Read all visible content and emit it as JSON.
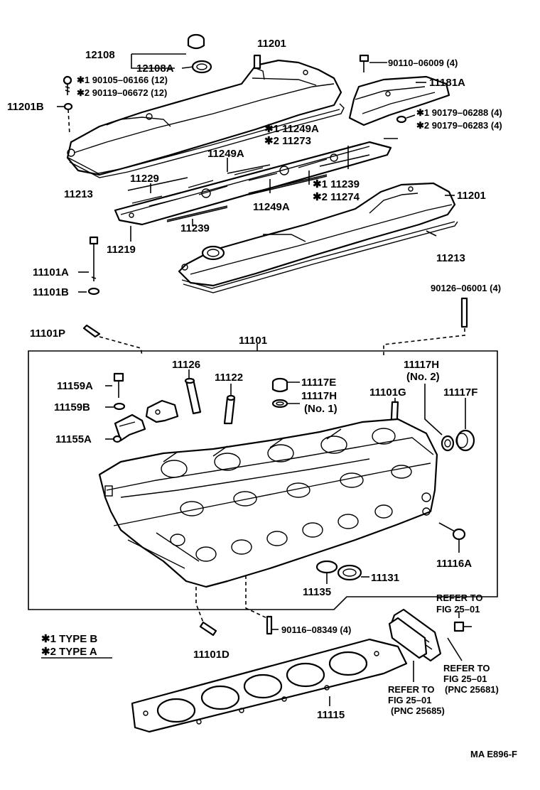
{
  "parts": {
    "p12108": "12108",
    "p12108A": "12108A",
    "p11201_top": "11201",
    "p90110": "90110–06009 (4)",
    "p11181A": "11181A",
    "p90105": "✱1 90105–06166 (12)",
    "p90119": "✱2 90119–06672 (12)",
    "p11201B": "11201B",
    "p90179_1": "✱1 90179–06288 (4)",
    "p90179_2": "✱2 90179–06283 (4)",
    "p11249A_1": "✱1 11249A",
    "p11273": "✱2 11273",
    "p11249A_top": "11249A",
    "p11213_left": "11213",
    "p11229": "11229",
    "p11239_1": "✱1 11239",
    "p11274": "✱2 11274",
    "p11201_right": "11201",
    "p11249A_bot": "11249A",
    "p11239": "11239",
    "p11219": "11219",
    "p11213_right": "11213",
    "p11101A": "11101A",
    "p11101B": "11101B",
    "p90126": "90126–06001 (4)",
    "p11101P": "11101P",
    "p11101": "11101",
    "p11126": "11126",
    "p11122": "11122",
    "p11117E": "11117E",
    "p11117H_no2_a": "11117H",
    "p11117H_no2_b": "(No. 2)",
    "p11159A": "11159A",
    "p11117H_no1_a": "11117H",
    "p11117H_no1_b": "(No. 1)",
    "p11101G": "11101G",
    "p11117F": "11117F",
    "p11159B": "11159B",
    "p11155A": "11155A",
    "p11116A": "11116A",
    "p11131": "11131",
    "p11135": "11135",
    "p11101D": "11101D",
    "p90116": "90116–08349 (4)",
    "p11115": "11115"
  },
  "references": {
    "ref1_a": "REFER TO",
    "ref1_b": "FIG 25–01",
    "ref2_a": "REFER TO",
    "ref2_b": "FIG 25–01",
    "ref2_c": "(PNC 25681)",
    "ref3_a": "REFER TO",
    "ref3_b": "FIG 25–01",
    "ref3_c": "(PNC 25685)"
  },
  "legend": {
    "type_b": "✱1 TYPE B",
    "type_a": "✱2 TYPE A"
  },
  "footer": {
    "code": "MA E896-F"
  }
}
